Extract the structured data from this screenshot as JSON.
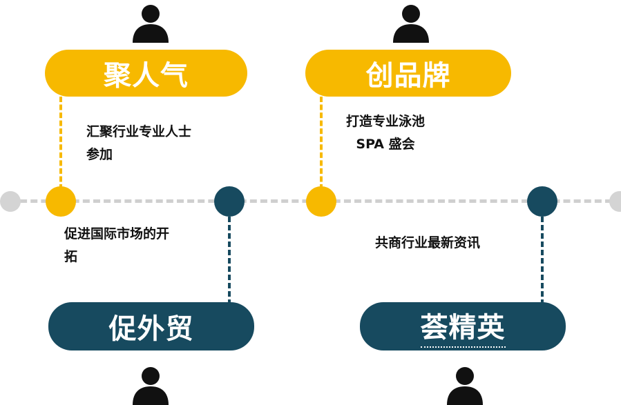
{
  "stages": [
    {
      "title": "聚人气",
      "desc_lines": [
        "汇聚行业专业人士",
        "参加"
      ],
      "color": "#f7b900"
    },
    {
      "title": "促外贸",
      "desc_lines": [
        "促进国际市场的开",
        "拓"
      ],
      "color": "#174a5f"
    },
    {
      "title": "创品牌",
      "desc_lines": [
        "打造专业泳池",
        "SPA 盛会"
      ],
      "color": "#f7b900"
    },
    {
      "title": "荟精英",
      "desc_lines": [
        "共商行业最新资讯"
      ],
      "color": "#174a5f"
    }
  ],
  "colors": {
    "yellow": "#f7b900",
    "navy": "#174a5f",
    "timeline": "#cfcfcf"
  },
  "icons": [
    "person-icon"
  ]
}
